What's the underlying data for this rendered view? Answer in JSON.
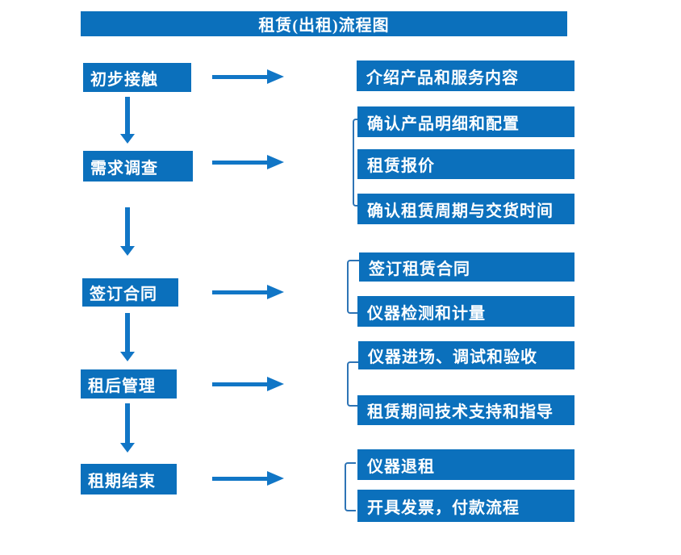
{
  "title": "租赁(出租)流程图",
  "colors": {
    "box_blue": "#0b70bc",
    "arrow_blue": "#1176c6",
    "bracket_blue": "#2e74b5",
    "text": "#ffffff",
    "background": "#ffffff"
  },
  "steps": [
    {
      "label": "初步接触",
      "details": [
        "介绍产品和服务内容"
      ]
    },
    {
      "label": "需求调查",
      "details": [
        "确认产品明细和配置",
        "租赁报价",
        "确认租赁周期与交货时间"
      ]
    },
    {
      "label": "签订合同",
      "details": [
        "签订租赁合同",
        "仪器检测和计量"
      ]
    },
    {
      "label": "租后管理",
      "details": [
        "仪器进场、调试和验收",
        "租赁期间技术支持和指导"
      ]
    },
    {
      "label": "租期结束",
      "details": [
        "仪器退租",
        "开具发票，付款流程"
      ]
    }
  ]
}
